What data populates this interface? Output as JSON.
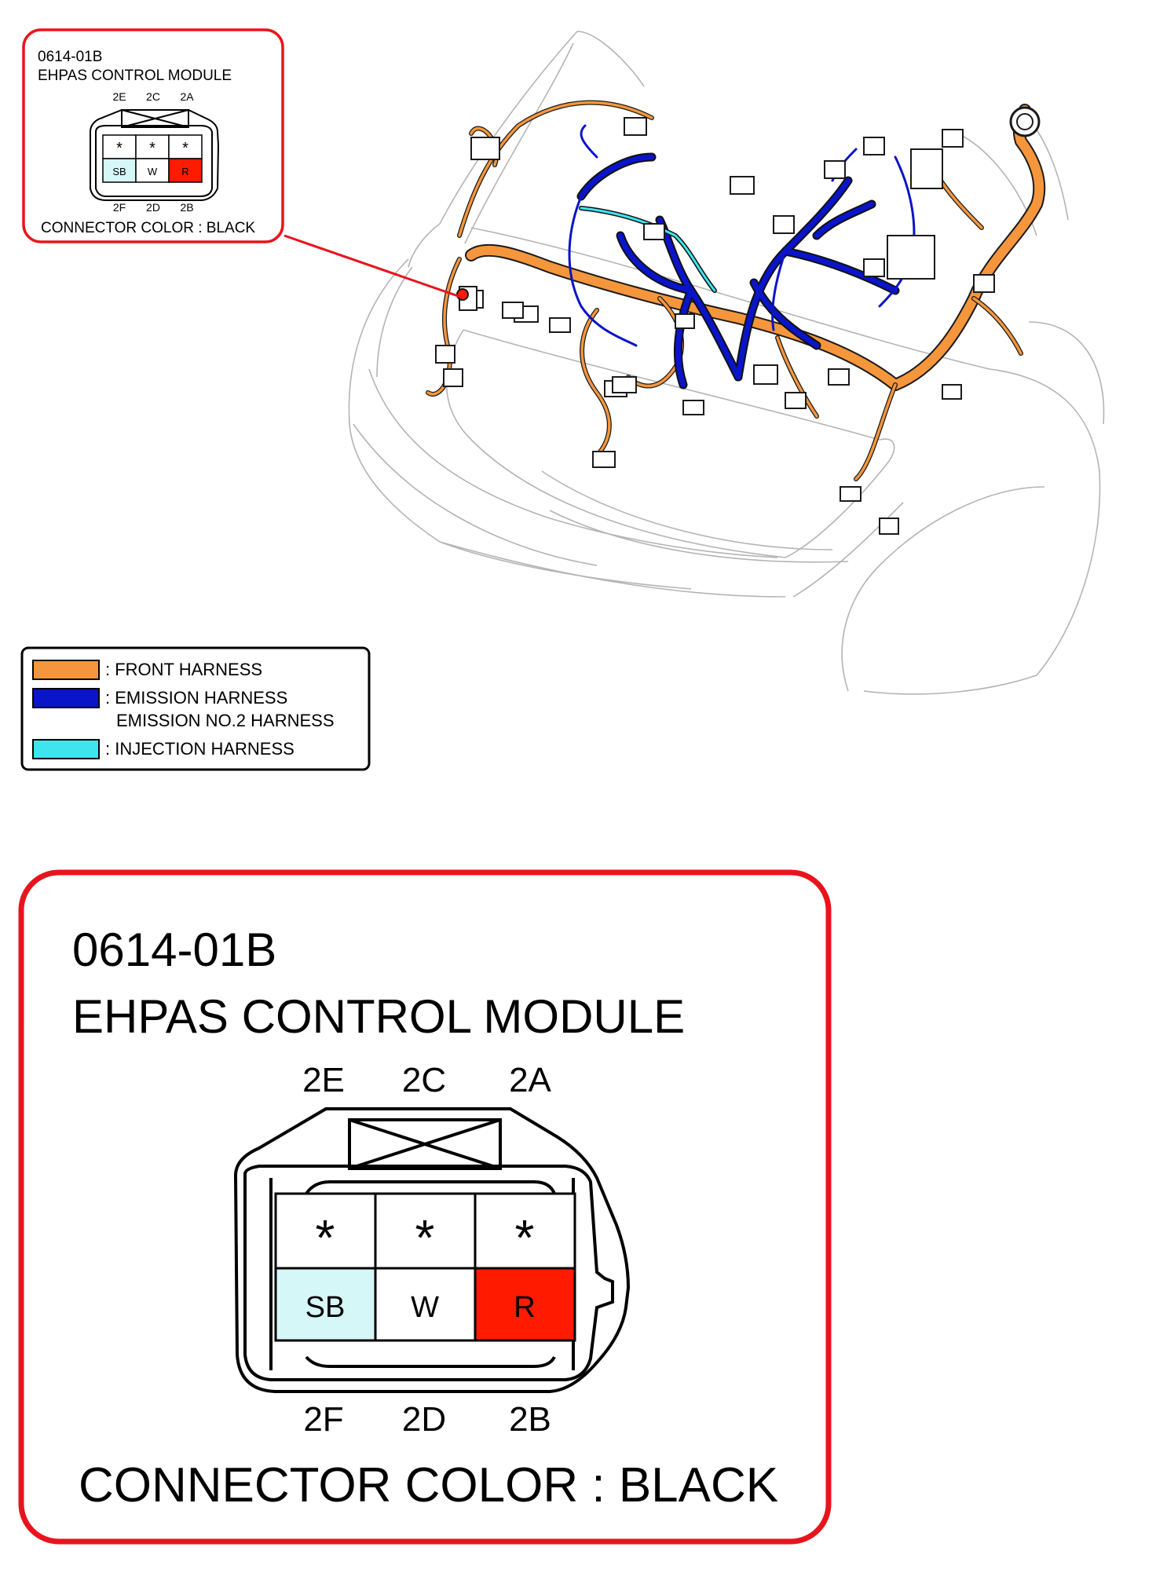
{
  "connector": {
    "code": "0614-01B",
    "name": "EHPAS CONTROL MODULE",
    "connector_color_text": "CONNECTOR COLOR : BLACK",
    "top_labels": [
      "2E",
      "2C",
      "2A"
    ],
    "bottom_labels": [
      "2F",
      "2D",
      "2B"
    ],
    "top_row_pins": [
      "*",
      "*",
      "*"
    ],
    "bottom_row_pins": [
      {
        "text": "SB",
        "fill": "#d6f7f8"
      },
      {
        "text": "W",
        "fill": "#ffffff"
      },
      {
        "text": "R",
        "fill": "#ff1a00"
      }
    ]
  },
  "legend": {
    "items": [
      {
        "color": "#f5963c",
        "text": ": FRONT HARNESS"
      },
      {
        "color": "#0a14c8",
        "text": ": EMISSION HARNESS"
      },
      {
        "color": "#0a14c8",
        "text": "EMISSION NO.2 HARNESS"
      },
      {
        "color": "#3fe4ec",
        "text": ": INJECTION HARNESS"
      }
    ]
  },
  "colors": {
    "callout_border": "#e8141c",
    "front_harness": "#f5963c",
    "emission_harness": "#0a14c8",
    "injection_harness": "#3fe4ec"
  }
}
